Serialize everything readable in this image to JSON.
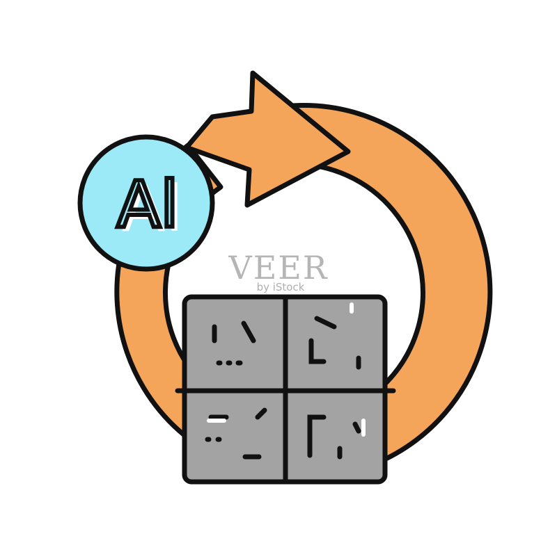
{
  "icon": {
    "name": "aluminium-recycling-icon",
    "element_symbol": "Al",
    "colors": {
      "arrow": "#f5a55a",
      "outline": "#111111",
      "badge": "#9ceaf7",
      "block": "#a3a3a3",
      "highlight": "#ffffff"
    }
  },
  "watermark": {
    "main": "VEER",
    "sub": "by iStock"
  }
}
